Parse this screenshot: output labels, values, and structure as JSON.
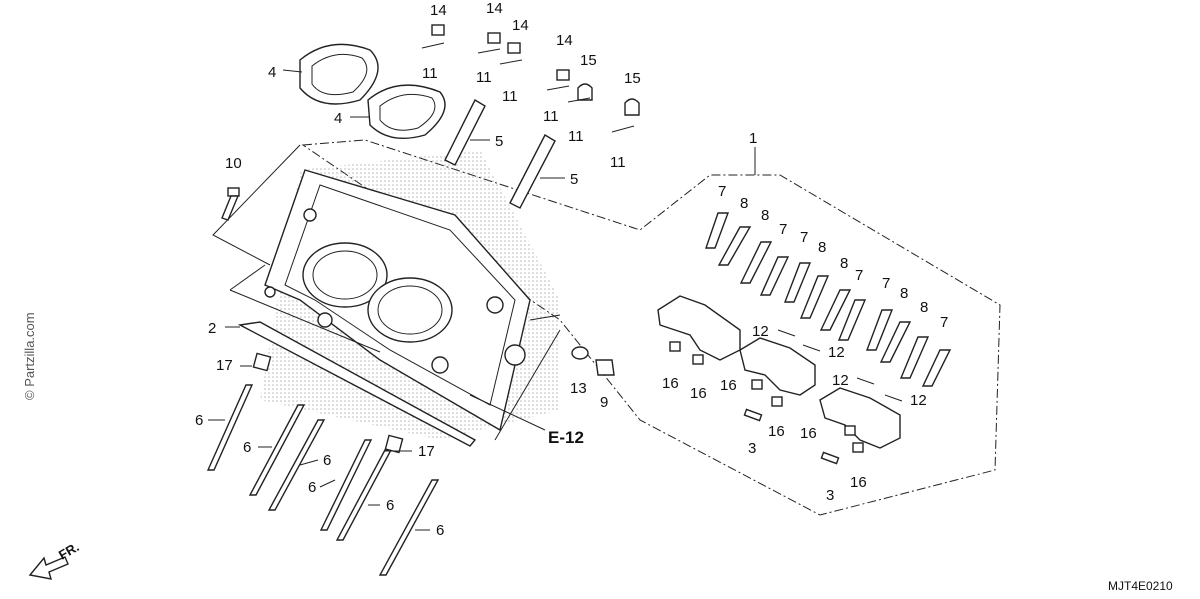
{
  "callouts": {
    "c1": "1",
    "c2": "2",
    "c3a": "3",
    "c3b": "3",
    "c4a": "4",
    "c4b": "4",
    "c5a": "5",
    "c5b": "5",
    "c6a": "6",
    "c6b": "6",
    "c6c": "6",
    "c6d": "6",
    "c6e": "6",
    "c6f": "6",
    "c7a": "7",
    "c7b": "7",
    "c7c": "7",
    "c7d": "7",
    "c7e": "7",
    "c8a": "8",
    "c8b": "8",
    "c8c": "8",
    "c8d": "8",
    "c8e": "8",
    "c9": "9",
    "c10": "10",
    "c11a": "11",
    "c11b": "11",
    "c11c": "11",
    "c11d": "11",
    "c11e": "11",
    "c11f": "11",
    "c12a": "12",
    "c12b": "12",
    "c12c": "12",
    "c12d": "12",
    "c13": "13",
    "c14a": "14",
    "c14b": "14",
    "c14c": "14",
    "c14d": "14",
    "c15a": "15",
    "c15b": "15",
    "c16a": "16",
    "c16b": "16",
    "c16c": "16",
    "c16d": "16",
    "c16e": "16",
    "c16f": "16",
    "c17a": "17",
    "c17b": "17"
  },
  "reference": "E-12",
  "diagram_code": "MJT4E0210",
  "watermark": "© Partzilla.com",
  "direction": "FR."
}
